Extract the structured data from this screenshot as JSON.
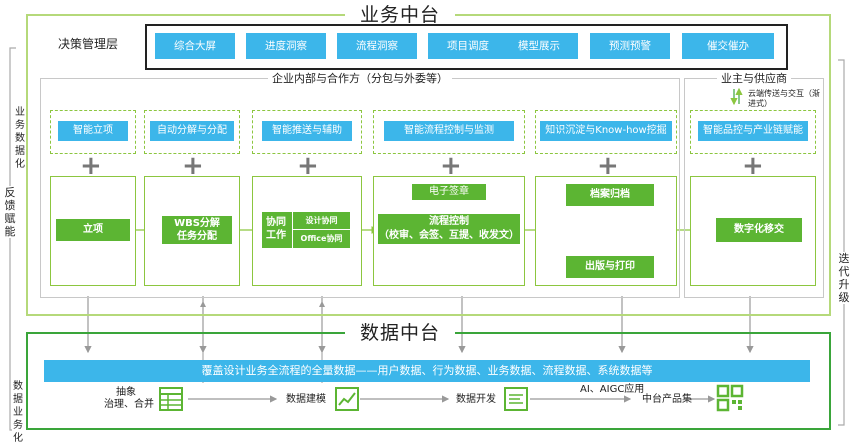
{
  "business": {
    "title": "业务中台",
    "decision_label": "决策管理层",
    "decision_buttons": [
      "综合大屏",
      "进度洞察",
      "流程洞察",
      "项目调度",
      "模型展示",
      "预测预警",
      "催交催办"
    ],
    "enterprise_header": "企业内部与合作方（分包与外委等）",
    "owner_header": "业主与供应商",
    "cloud_note": "云端传送与交互（渐进式）",
    "capabilities": [
      "智能立项",
      "自动分解与分配",
      "智能推送与辅助",
      "智能流程控制与监测",
      "知识沉淀与Know-how挖掘",
      "智能品控与产业链赋能"
    ],
    "process": {
      "lixiang": "立项",
      "wbs_line1": "WBS分解",
      "wbs_line2": "任务分配",
      "collab_main": "协同工作",
      "collab_sub1": "设计协同",
      "collab_sub2": "Office协同",
      "esign": "电子签章",
      "flow_line1": "流程控制",
      "flow_line2": "（校审、会签、互提、收发文）",
      "archive": "档案归档",
      "publish": "出版与打印",
      "digital": "数字化移交"
    }
  },
  "side_labels": {
    "left_top": "业务数据化",
    "left_feedback": "反馈赋能",
    "left_bottom": "数据业务化",
    "right": "迭代升级"
  },
  "data": {
    "title": "数据中台",
    "coverage_bar": "覆盖设计业务全流程的全量数据——用户数据、行为数据、业务数据、流程数据、系统数据等",
    "pipeline": {
      "step1_line1": "抽象",
      "step1_line2": "治理、合并",
      "step2": "数据建模",
      "step3": "数据开发",
      "step4_top": "AI、AIGC应用",
      "step4": "中台产品集"
    }
  },
  "colors": {
    "outer_green": "#b5d97a",
    "data_green": "#3aa53a",
    "sky_blue": "#3cb6ea",
    "process_green": "#5cb533"
  },
  "icons": [
    "table-icon",
    "chart-icon",
    "code-icon",
    "qr-code-icon"
  ]
}
